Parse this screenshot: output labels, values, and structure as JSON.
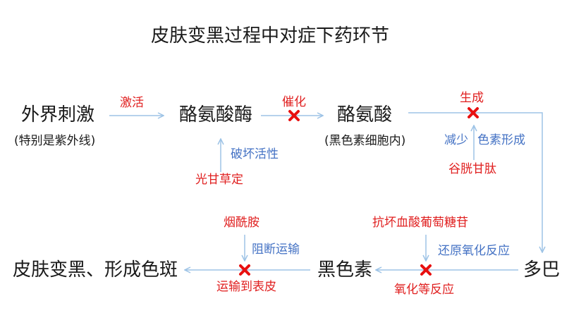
{
  "title": "皮肤变黑过程中对症下药环节",
  "nodes": {
    "external_stimulus": "外界刺激",
    "external_note": "(特别是紫外线)",
    "tyrosinase": "酪氨酸酶",
    "tyrosine": "酪氨酸",
    "tyrosine_note": "(黑色素细胞内)",
    "dopa": "多巴",
    "melanin": "黑色素",
    "result": "皮肤变黑、形成色斑"
  },
  "edges": {
    "activate": "激活",
    "catalyze": "催化",
    "generate": "生成",
    "destroy_activity": "破坏活性",
    "reduce": "减少",
    "pigment_formation": "色素形成",
    "reduction_oxidation": "还原氧化反应",
    "oxidation_reaction": "氧化等反应",
    "block_transport": "阻断运输",
    "transport_to_surface": "运输到表皮"
  },
  "agents": {
    "glycyrrhizin": "光甘草定",
    "glutathione": "谷胱甘肽",
    "arbutin": "抗坏血酸葡萄糖苷",
    "niacinamide": "烟酰胺"
  },
  "colors": {
    "arrow": "#9dc3e6",
    "block_mark": "#e81010",
    "agent_text": "#e02020",
    "edge_text": "#4472c4",
    "node_text": "#1a1a1a"
  }
}
